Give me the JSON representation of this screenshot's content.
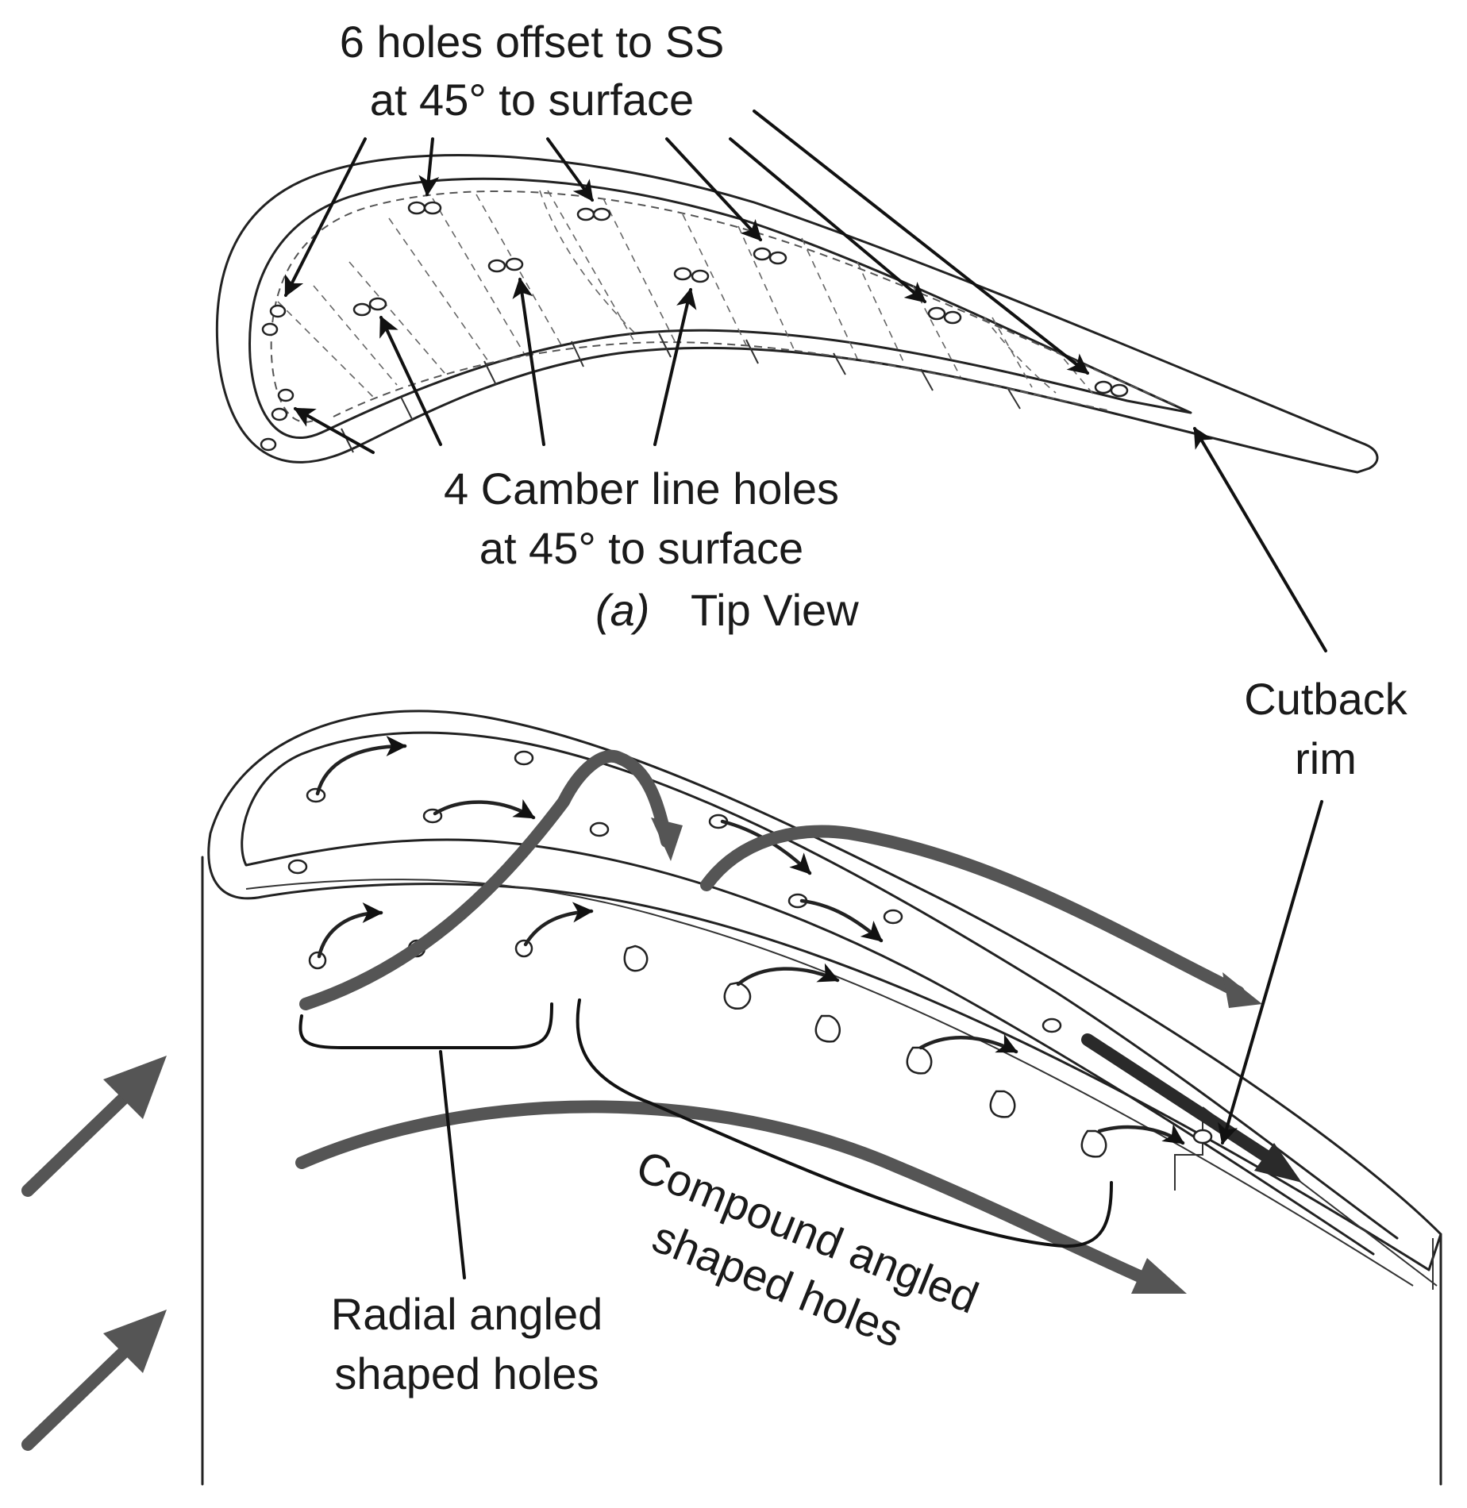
{
  "figure": {
    "labels": {
      "six_holes_line1": "6 holes offset to SS",
      "six_holes_line2": "at 45° to surface",
      "camber_line1": "4 Camber line holes",
      "camber_line2": "at 45° to surface",
      "tip_view_letter": "(a)",
      "tip_view_title": "Tip View",
      "cutback_line1": "Cutback",
      "cutback_line2": "rim",
      "radial_line1": "Radial angled",
      "radial_line2": "shaped holes",
      "compound_line1": "Compound angled",
      "compound_line2": "shaped holes"
    }
  }
}
